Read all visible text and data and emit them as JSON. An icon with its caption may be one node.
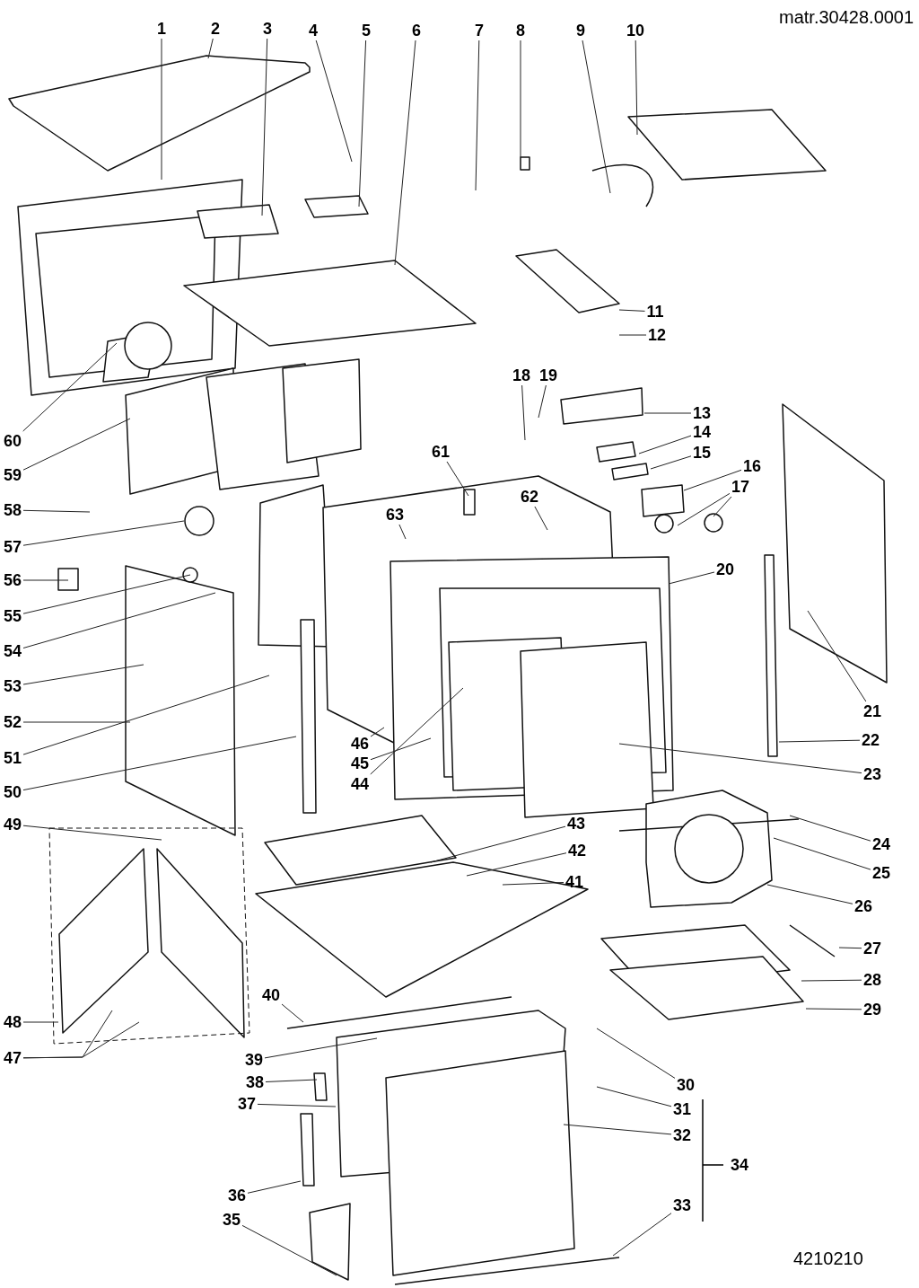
{
  "diagram": {
    "nodes": [
      {
        "text": [
          "1"
        ]
      },
      {
        "text": [
          "2"
        ]
      },
      {
        "text": [
          "3"
        ]
      },
      {
        "text": [
          "4"
        ]
      },
      {
        "text": [
          "5"
        ]
      },
      {
        "text": [
          "6"
        ]
      },
      {
        "text": [
          "7"
        ]
      },
      {
        "text": [
          "8"
        ]
      },
      {
        "text": [
          "9"
        ]
      },
      {
        "text": [
          "10"
        ]
      },
      {
        "text": [
          "11"
        ]
      },
      {
        "text": [
          "12"
        ]
      },
      {
        "text": [
          "13"
        ]
      },
      {
        "text": [
          "14"
        ]
      },
      {
        "text": [
          "15"
        ]
      },
      {
        "text": [
          "16"
        ]
      },
      {
        "text": [
          "17"
        ]
      },
      {
        "text": [
          "18"
        ]
      },
      {
        "text": [
          "19"
        ]
      },
      {
        "text": [
          "20"
        ]
      },
      {
        "text": [
          "21"
        ]
      },
      {
        "text": [
          "22"
        ]
      },
      {
        "text": [
          "23"
        ]
      },
      {
        "text": [
          "24"
        ]
      },
      {
        "text": [
          "25"
        ]
      },
      {
        "text": [
          "26"
        ]
      },
      {
        "text": [
          "27"
        ]
      },
      {
        "text": [
          "28"
        ]
      },
      {
        "text": [
          "29"
        ]
      },
      {
        "text": [
          "30"
        ]
      },
      {
        "text": [
          "31"
        ]
      },
      {
        "text": [
          "32"
        ]
      },
      {
        "text": [
          "33"
        ]
      },
      {
        "text": [
          "35"
        ]
      },
      {
        "text": [
          "36"
        ]
      },
      {
        "text": [
          "37"
        ]
      },
      {
        "text": [
          "38"
        ]
      },
      {
        "text": [
          "39"
        ]
      },
      {
        "text": [
          "40"
        ]
      },
      {
        "text": [
          "41"
        ]
      },
      {
        "text": [
          "42"
        ]
      },
      {
        "text": [
          "43"
        ]
      },
      {
        "text": [
          "44"
        ]
      },
      {
        "text": [
          "45"
        ]
      },
      {
        "text": [
          "46"
        ]
      },
      {
        "text": [
          "47"
        ]
      },
      {
        "text": [
          "48"
        ]
      },
      {
        "text": [
          "49"
        ]
      },
      {
        "text": [
          "50"
        ]
      },
      {
        "text": [
          "51"
        ]
      },
      {
        "text": [
          "52"
        ]
      },
      {
        "text": [
          "53"
        ]
      },
      {
        "text": [
          "54"
        ]
      },
      {
        "text": [
          "55"
        ]
      },
      {
        "text": [
          "56"
        ]
      },
      {
        "text": [
          "57"
        ]
      },
      {
        "text": [
          "58"
        ]
      },
      {
        "text": [
          "59"
        ]
      },
      {
        "text": [
          "60"
        ]
      },
      {
        "text": [
          "61"
        ]
      },
      {
        "text": [
          "62"
        ]
      },
      {
        "text": [
          "63"
        ]
      }
    ],
    "edges": [
      {
        "from": 0,
        "to": null,
        "arrow": "none"
      },
      {
        "from": 1,
        "to": null,
        "arrow": "none"
      },
      {
        "from": 2,
        "to": null,
        "arrow": "none"
      },
      {
        "from": 3,
        "to": null,
        "arrow": "none"
      },
      {
        "from": 4,
        "to": null,
        "arrow": "none"
      },
      {
        "from": 5,
        "to": null,
        "arrow": "none"
      },
      {
        "from": 6,
        "to": null,
        "arrow": "none"
      },
      {
        "from": 7,
        "to": null,
        "arrow": "none"
      },
      {
        "from": 8,
        "to": null,
        "arrow": "none"
      },
      {
        "from": 9,
        "to": null,
        "arrow": "none"
      },
      {
        "from": 10,
        "to": null,
        "arrow": "none"
      },
      {
        "from": 11,
        "to": null,
        "arrow": "none"
      },
      {
        "from": 12,
        "to": null,
        "arrow": "none"
      },
      {
        "from": 13,
        "to": null,
        "arrow": "none"
      },
      {
        "from": 14,
        "to": null,
        "arrow": "none"
      },
      {
        "from": 15,
        "to": null,
        "arrow": "none"
      },
      {
        "from": 16,
        "to": null,
        "arrow": "none"
      },
      {
        "from": 16,
        "to": null,
        "arrow": "none"
      },
      {
        "from": 17,
        "to": null,
        "arrow": "none"
      },
      {
        "from": 18,
        "to": null,
        "arrow": "none"
      },
      {
        "from": 19,
        "to": null,
        "arrow": "none"
      },
      {
        "from": 20,
        "to": null,
        "arrow": "none"
      },
      {
        "from": 21,
        "to": null,
        "arrow": "none"
      },
      {
        "from": 22,
        "to": null,
        "arrow": "none"
      },
      {
        "from": 23,
        "to": null,
        "arrow": "none"
      },
      {
        "from": 24,
        "to": null,
        "arrow": "none"
      },
      {
        "from": 25,
        "to": null,
        "arrow": "none"
      },
      {
        "from": 26,
        "to": null,
        "arrow": "none"
      },
      {
        "from": 27,
        "to": null,
        "arrow": "none"
      },
      {
        "from": 28,
        "to": null,
        "arrow": "none"
      },
      {
        "from": 29,
        "to": null,
        "arrow": "none"
      },
      {
        "from": 30,
        "to": null,
        "arrow": "none"
      },
      {
        "from": 31,
        "to": null,
        "arrow": "none"
      },
      {
        "from": 32,
        "to": null,
        "arrow": "none"
      },
      {
        "from": 33,
        "to": null,
        "arrow": "none"
      },
      {
        "from": 34,
        "to": null,
        "arrow": "none"
      },
      {
        "from": 35,
        "to": null,
        "arrow": "none"
      },
      {
        "from": 36,
        "to": null,
        "arrow": "none"
      },
      {
        "from": 37,
        "to": null,
        "arrow": "none"
      },
      {
        "from": 38,
        "to": null,
        "arrow": "none"
      },
      {
        "from": 39,
        "to": null,
        "arrow": "none"
      },
      {
        "from": 40,
        "to": null,
        "arrow": "none"
      },
      {
        "from": 41,
        "to": null,
        "arrow": "none"
      },
      {
        "from": 42,
        "to": null,
        "arrow": "none"
      },
      {
        "from": 43,
        "to": null,
        "arrow": "none"
      },
      {
        "from": 44,
        "to": null,
        "arrow": "none"
      },
      {
        "from": 45,
        "to": null,
        "arrow": "none"
      },
      {
        "from": 45,
        "to": null,
        "arrow": "none"
      },
      {
        "from": 46,
        "to": null,
        "arrow": "none"
      },
      {
        "from": 47,
        "to": null,
        "arrow": "none"
      },
      {
        "from": 48,
        "to": null,
        "arrow": "none"
      },
      {
        "from": 49,
        "to": null,
        "arrow": "none"
      },
      {
        "from": 50,
        "to": null,
        "arrow": "none"
      },
      {
        "from": 51,
        "to": null,
        "arrow": "none"
      },
      {
        "from": 52,
        "to": null,
        "arrow": "none"
      },
      {
        "from": 53,
        "to": null,
        "arrow": "none"
      },
      {
        "from": 54,
        "to": null,
        "arrow": "none"
      },
      {
        "from": 55,
        "to": null,
        "arrow": "none"
      },
      {
        "from": 56,
        "to": null,
        "arrow": "none"
      },
      {
        "from": 57,
        "to": null,
        "arrow": "none"
      },
      {
        "from": 58,
        "to": null,
        "arrow": "none"
      },
      {
        "from": 59,
        "to": null,
        "arrow": "none"
      },
      {
        "from": 60,
        "to": null,
        "arrow": "none"
      },
      {
        "from": 61,
        "to": null,
        "arrow": "none"
      }
    ],
    "labels": [
      "matr.30428.0001",
      "34",
      "4210210"
    ]
  }
}
